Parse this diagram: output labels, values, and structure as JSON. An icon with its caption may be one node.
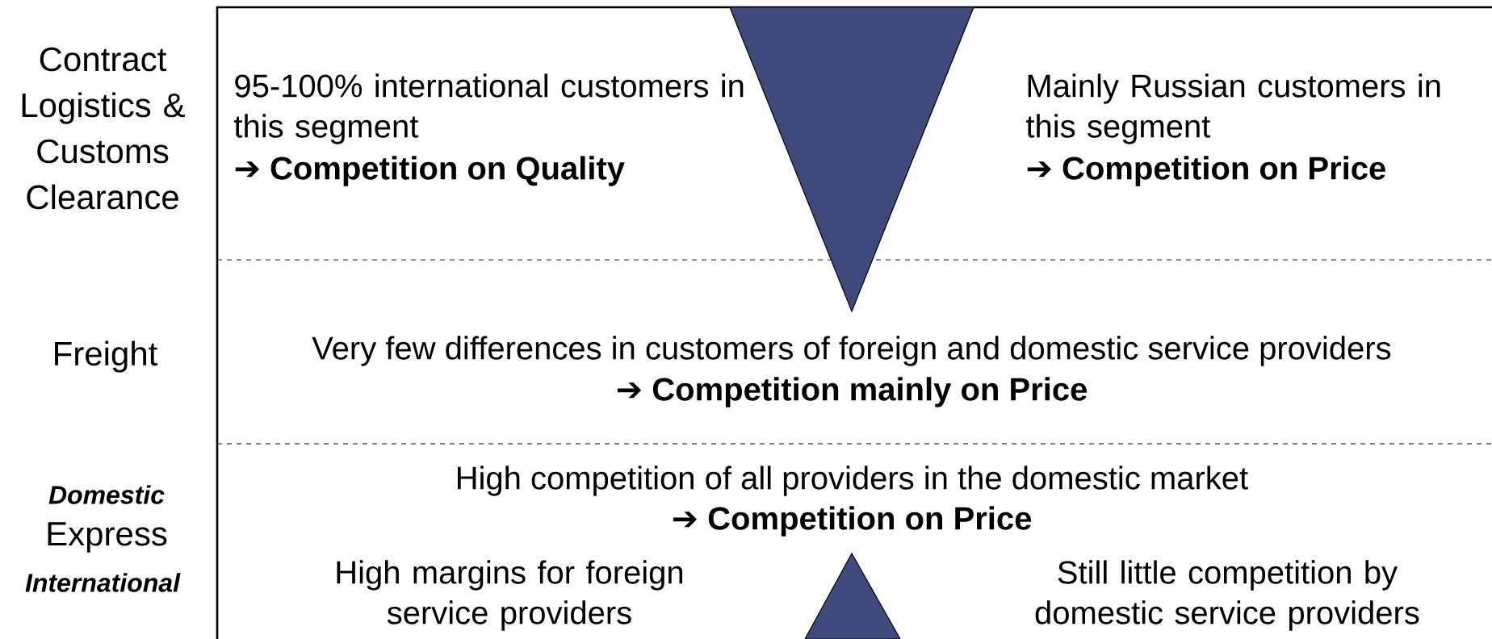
{
  "diagram": {
    "labels": [
      "Contract Logistics & Customs Clearance",
      "95-100% international customers in this segment",
      "➔ **Competition on Quality**",
      "Mainly Russian customers in this segment",
      "➔ **Competition on Price**",
      "Freight",
      "Very few differences in customers of foreign and domestic service providers",
      "➔ **Competition mainly on Price**",
      "Domestic",
      "High competition of all providers in the domestic market",
      "➔ **Competition on Price**",
      "Express",
      "International",
      "High margins for foreign service providers",
      "Still little competition by domestic service providers"
    ]
  }
}
